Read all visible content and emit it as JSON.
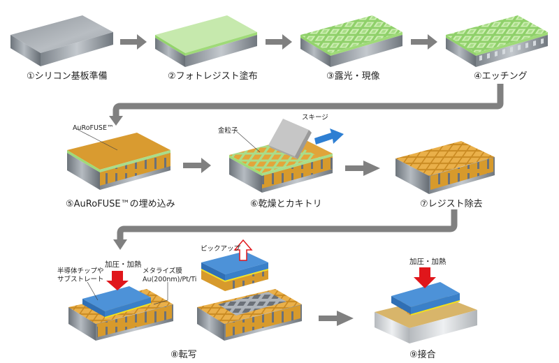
{
  "title": "AuRoFUSE transfer bonding process flow",
  "colors": {
    "silicon_top": "#a9aeb3",
    "silicon_side": "#8a9096",
    "silicon_dark": "#5f666d",
    "resist": "#b9e39b",
    "resist_dark": "#8fcf6c",
    "gold": "#e6a93a",
    "gold_dark": "#c98a22",
    "chip_blue": "#4a8fd6",
    "chip_blue_dark": "#2f6fb5",
    "metal_yellow": "#f2e21c",
    "arrow_gray": "#808080",
    "press_red": "#e0161b",
    "squeegee_gray": "#c8c8c8",
    "motion_blue": "#2e7fd3",
    "substrate_light": "#dcdfe2",
    "substrate_gold": "#d8b56a"
  },
  "steps": [
    {
      "num": "①",
      "label": "シリコン基板準備"
    },
    {
      "num": "②",
      "label": "フォトレジスト塗布"
    },
    {
      "num": "③",
      "label": "露光・現像"
    },
    {
      "num": "④",
      "label": "エッチング"
    },
    {
      "num": "⑤",
      "label": "AuRoFUSE™の埋め込み"
    },
    {
      "num": "⑥",
      "label": "乾燥とカキトリ"
    },
    {
      "num": "⑦",
      "label": "レジスト除去"
    },
    {
      "num": "⑧",
      "label": "転写"
    },
    {
      "num": "⑨",
      "label": "接合"
    }
  ],
  "annotations": {
    "aurofuse": "AuRoFUSE™",
    "gold_particles": "金粒子",
    "squeegee": "スキージ",
    "press_heat_8": "加圧・加熱",
    "chip_line1": "半導体チップや",
    "chip_line2": "サブストレート",
    "metal_line1": "メタライズ膜",
    "metal_line2": "Au(200nm)/Pt/Ti",
    "pickup": "ピックアップ",
    "press_heat_9": "加圧・加熱"
  }
}
